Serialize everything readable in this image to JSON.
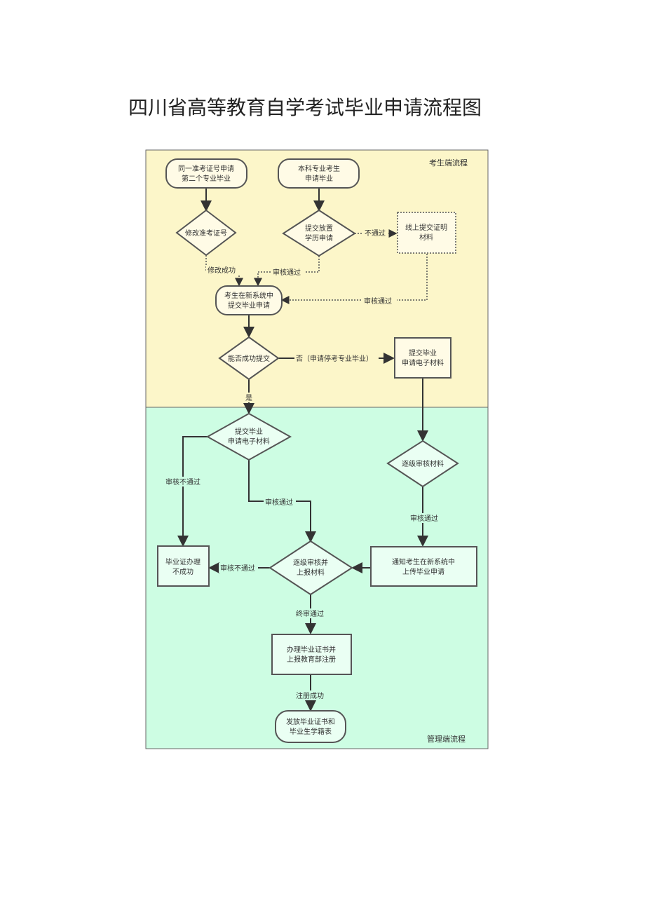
{
  "title": "四川省高等教育自学考试毕业申请流程图",
  "colors": {
    "student_bg": "#fcf6c9",
    "admin_bg": "#cdfde3",
    "border": "#555555",
    "line": "#333333"
  },
  "sections": {
    "student": "考生端流程",
    "admin": "管理端流程"
  },
  "nodes": {
    "same_id": [
      "同一准考证号申请",
      "第二个专业毕业"
    ],
    "bachelor": [
      "本科专业考生",
      "申请毕业"
    ],
    "modify_id": [
      "修改准考证号"
    ],
    "submit_edu": [
      "提交放置",
      "学历申请"
    ],
    "online_cert": [
      "线上提交证明",
      "材料"
    ],
    "submit_new": [
      "考生在新系统中",
      "提交毕业申请"
    ],
    "can_submit": [
      "能否成功提交"
    ],
    "submit_e1": [
      "提交毕业",
      "申请电子材料"
    ],
    "submit_e2": [
      "提交毕业",
      "申请电子材料"
    ],
    "level_review": [
      "逐级审核材料"
    ],
    "notify": [
      "通知考生在新系统中",
      "上传毕业申请"
    ],
    "fail": [
      "毕业证办理",
      "不成功"
    ],
    "level_report": [
      "逐级审核并",
      "上报材料"
    ],
    "handle_cert": [
      "办理毕业证书并",
      "上报教育部注册"
    ],
    "issue": [
      "发放毕业证书和",
      "毕业生学籍表"
    ]
  },
  "edges": {
    "not_pass": "不通过",
    "modify_ok": "修改成功",
    "review_pass_1": "审核通过",
    "review_pass_2": "审核通过",
    "no_other_major": "否（申请停考专业毕业）",
    "yes": "是",
    "review_fail_1": "审核不通过",
    "review_pass_3": "审核通过",
    "review_pass_4": "审核通过",
    "review_fail_2": "审核不通过",
    "final_pass": "终审通过",
    "register_ok": "注册成功"
  }
}
